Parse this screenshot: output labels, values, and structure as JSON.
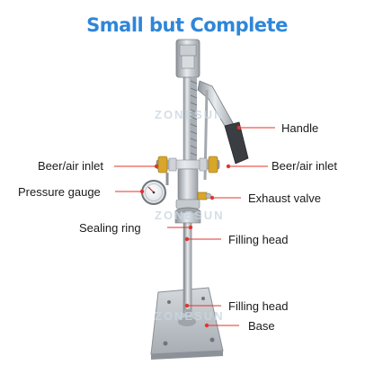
{
  "title": "Small but Complete",
  "watermark": "ZONESUN",
  "callouts": {
    "handle": "Handle",
    "beer_air_inlet_left": "Beer/air inlet",
    "beer_air_inlet_right": "Beer/air inlet",
    "pressure_gauge": "Pressure gauge",
    "exhaust_valve": "Exhaust valve",
    "sealing_ring": "Sealing ring",
    "filling_head_upper": "Filling head",
    "filling_head_lower": "Filling head",
    "base": "Base"
  },
  "colors": {
    "title": "#2f86d8",
    "callout_line": "#e0362b",
    "metal": "#b9bec3",
    "brass": "#d8a62a",
    "handle_grip": "#3a3d42"
  }
}
